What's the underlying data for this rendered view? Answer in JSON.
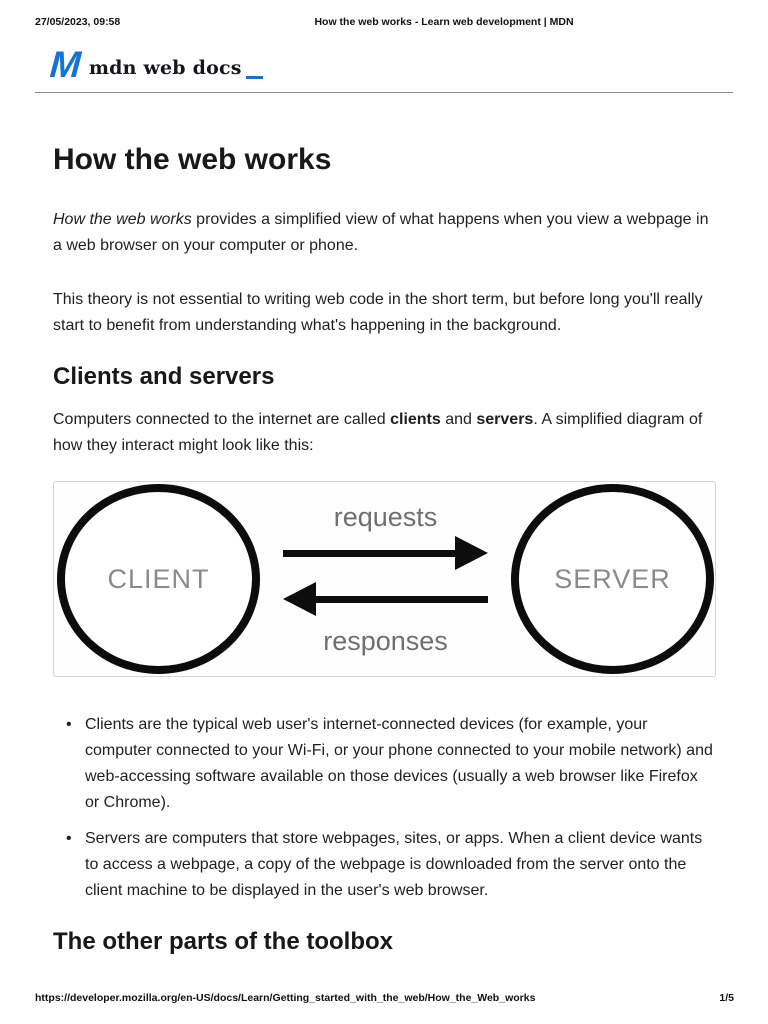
{
  "print_header": {
    "datetime": "27/05/2023, 09:58",
    "title": "How the web works - Learn web development | MDN"
  },
  "logo": {
    "m_glyph": "M",
    "wordmark": "mdn web docs"
  },
  "article": {
    "h1": "How the web works",
    "intro": {
      "italic_lead": "How the web works",
      "rest": " provides a simplified view of what happens when you view a webpage in a web browser on your computer or phone."
    },
    "p_theory": "This theory is not essential to writing web code in the short term, but before long you'll really start to benefit from understanding what's happening in the background.",
    "h2_clients_servers": "Clients and servers",
    "p_computers": {
      "pre": "Computers connected to the internet are called ",
      "bold1": "clients",
      "mid": " and ",
      "bold2": "servers",
      "post": ". A simplified diagram of how they interact might look like this:"
    },
    "diagram": {
      "client_label": "CLIENT",
      "server_label": "SERVER",
      "top_arrow_label": "requests",
      "bottom_arrow_label": "responses"
    },
    "bullets": [
      "Clients are the typical web user's internet-connected devices (for example, your computer connected to your Wi-Fi, or your phone connected to your mobile network) and web-accessing software available on those devices (usually a web browser like Firefox or Chrome).",
      "Servers are computers that store webpages, sites, or apps. When a client device wants to access a webpage, a copy of the webpage is downloaded from the server onto the client machine to be displayed in the user's web browser."
    ],
    "h2_toolbox": "The other parts of the toolbox"
  },
  "print_footer": {
    "url": "https://developer.mozilla.org/en-US/docs/Learn/Getting_started_with_the_web/How_the_Web_works",
    "page_indicator": "1/5"
  },
  "colors": {
    "brand_blue": "#1474d4",
    "diagram_circle_label_gray": "#8a8a8a",
    "diagram_flow_label_gray": "#6f6f6f",
    "figure_border": "#d4d4d4"
  }
}
